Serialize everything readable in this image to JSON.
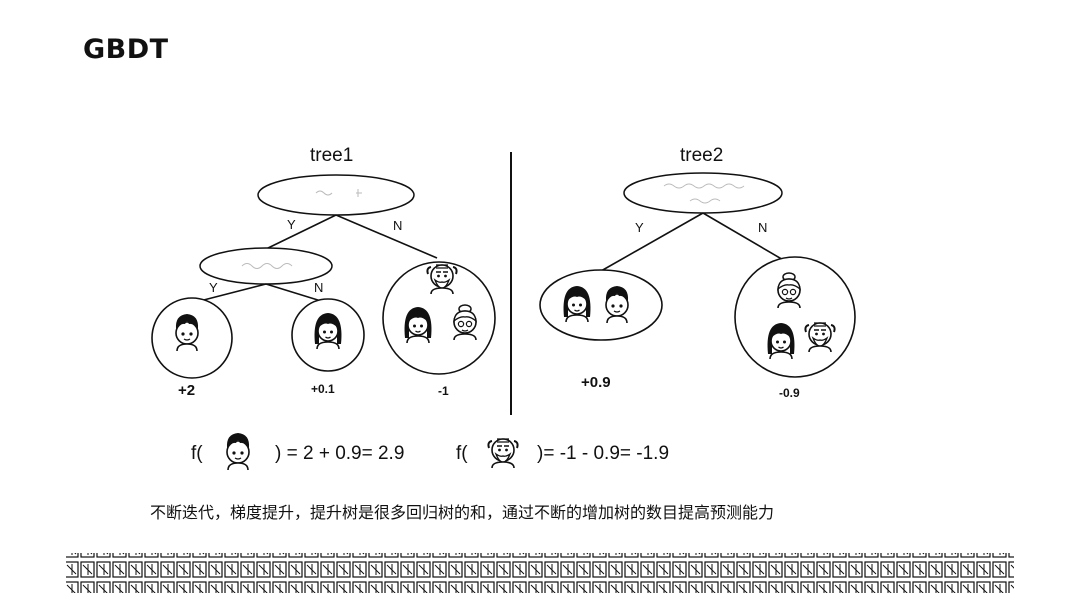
{
  "page": {
    "title": "GBDT"
  },
  "tree1": {
    "label": "tree1",
    "branches": {
      "root_yes": "Y",
      "root_no": "N",
      "sub_yes": "Y",
      "sub_no": "N"
    },
    "leaves": [
      "+2",
      "+0.1",
      "-1"
    ]
  },
  "tree2": {
    "label": "tree2",
    "branches": {
      "root_yes": "Y",
      "root_no": "N"
    },
    "leaves": [
      "+0.9",
      "-0.9"
    ]
  },
  "formulas": {
    "f1_prefix": "f(",
    "f1_suffix": ") = 2 + 0.9= 2.9",
    "f2_prefix": "f(",
    "f2_suffix": ")= -1 - 0.9= -1.9"
  },
  "caption": "不断迭代，梯度提升，提升树是很多回归树的和，通过不断的增加树的数目提高预测能力",
  "icons": [
    "boy-face-icon",
    "girl-face-icon",
    "grandpa-face-icon",
    "grandma-face-icon"
  ],
  "colors": {
    "ink": "#111111",
    "background": "#ffffff"
  }
}
